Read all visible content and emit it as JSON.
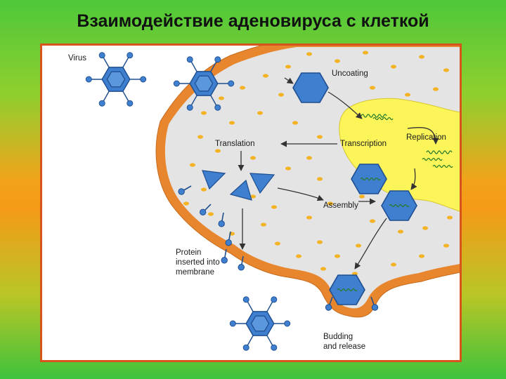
{
  "title": "Взаимодействие аденовируса с клеткой",
  "labels": {
    "virus": "Virus",
    "uncoating": "Uncoating",
    "translation": "Translation",
    "transcription": "Transcription",
    "replication": "Replication",
    "assembly": "Assembly",
    "protein_line1": "Protein",
    "protein_line2": "inserted into",
    "protein_line3": "membrane",
    "budding_line1": "Budding",
    "budding_line2": "and release"
  },
  "colors": {
    "cell_membrane": "#e8862e",
    "cytoplasm": "#e4e4e4",
    "nucleus": "#fbf55a",
    "virion": "#3f7fd0",
    "frame_border": "#d8541d"
  }
}
